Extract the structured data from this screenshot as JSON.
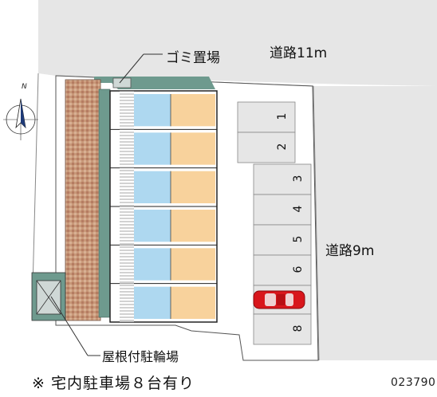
{
  "labels": {
    "road_north": "道路11m",
    "road_east": "道路9m",
    "garbage": "ゴミ置場",
    "bicycle": "屋根付駐輪場",
    "footnote": "※ 宅内駐車場８台有り",
    "map_id": "023790",
    "compass_n": "N"
  },
  "parking_slots": [
    "1",
    "2",
    "3",
    "4",
    "5",
    "6",
    "",
    "8"
  ],
  "occupied_slot_index": 6,
  "units": {
    "rows": 6,
    "left_color": "#aed8f0",
    "right_color": "#f8d29c"
  },
  "colors": {
    "road": "#e6e6e6",
    "brick": "#c8a080",
    "hedge": "#6e9a8e",
    "car": "#d8161c"
  }
}
